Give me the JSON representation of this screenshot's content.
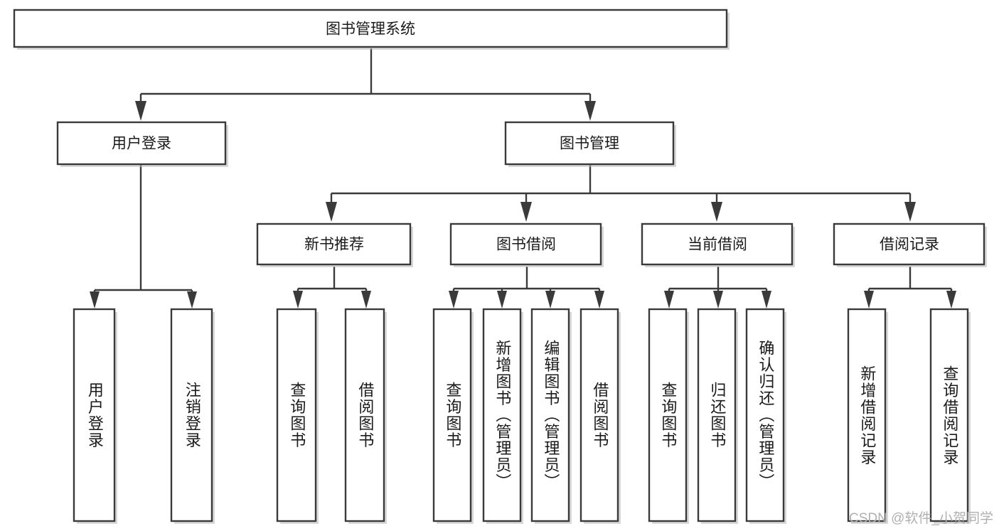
{
  "diagram": {
    "title": "图书管理系统",
    "watermark": "CSDN @软件_小贺同学",
    "colors": {
      "box_stroke": "#3a3a3a",
      "box_fill": "#ffffff",
      "connector": "#3a3a3a",
      "text": "#1a1a1a",
      "watermark": "#b0b0b0",
      "background": "#ffffff"
    },
    "root": {
      "label": "图书管理系统"
    },
    "level2": [
      {
        "label": "用户登录"
      },
      {
        "label": "图书管理"
      }
    ],
    "level3": [
      {
        "label": "新书推荐"
      },
      {
        "label": "图书借阅"
      },
      {
        "label": "当前借阅"
      },
      {
        "label": "借阅记录"
      }
    ],
    "leaves": {
      "user_login": [
        {
          "label": "用户登录"
        },
        {
          "label": "注销登录"
        }
      ],
      "new_book_recommend": [
        {
          "label": "查询图书"
        },
        {
          "label": "借阅图书"
        }
      ],
      "book_borrow": [
        {
          "label": "查询图书"
        },
        {
          "label": "新增图书（管理员）"
        },
        {
          "label": "编辑图书（管理员）"
        },
        {
          "label": "借阅图书"
        }
      ],
      "current_borrow": [
        {
          "label": "查询图书"
        },
        {
          "label": "归还图书"
        },
        {
          "label": "确认归还（管理员）"
        }
      ],
      "borrow_record": [
        {
          "label": "新增借阅记录"
        },
        {
          "label": "查询借阅记录"
        }
      ]
    }
  },
  "chart_data": {
    "type": "tree-diagram",
    "title": "图书管理系统",
    "nodes": [
      {
        "id": "root",
        "label": "图书管理系统",
        "level": 0,
        "parent": null
      },
      {
        "id": "n-user-login",
        "label": "用户登录",
        "level": 1,
        "parent": "root"
      },
      {
        "id": "n-book-manage",
        "label": "图书管理",
        "level": 1,
        "parent": "root"
      },
      {
        "id": "n-new-book",
        "label": "新书推荐",
        "level": 2,
        "parent": "n-book-manage"
      },
      {
        "id": "n-book-borrow",
        "label": "图书借阅",
        "level": 2,
        "parent": "n-book-manage"
      },
      {
        "id": "n-current-borrow",
        "label": "当前借阅",
        "level": 2,
        "parent": "n-book-manage"
      },
      {
        "id": "n-borrow-record",
        "label": "借阅记录",
        "level": 2,
        "parent": "n-book-manage"
      },
      {
        "id": "l-user-login-1",
        "label": "用户登录",
        "level": 2,
        "parent": "n-user-login"
      },
      {
        "id": "l-user-login-2",
        "label": "注销登录",
        "level": 2,
        "parent": "n-user-login"
      },
      {
        "id": "l-new-book-1",
        "label": "查询图书",
        "level": 3,
        "parent": "n-new-book"
      },
      {
        "id": "l-new-book-2",
        "label": "借阅图书",
        "level": 3,
        "parent": "n-new-book"
      },
      {
        "id": "l-book-borrow-1",
        "label": "查询图书",
        "level": 3,
        "parent": "n-book-borrow"
      },
      {
        "id": "l-book-borrow-2",
        "label": "新增图书（管理员）",
        "level": 3,
        "parent": "n-book-borrow"
      },
      {
        "id": "l-book-borrow-3",
        "label": "编辑图书（管理员）",
        "level": 3,
        "parent": "n-book-borrow"
      },
      {
        "id": "l-book-borrow-4",
        "label": "借阅图书",
        "level": 3,
        "parent": "n-book-borrow"
      },
      {
        "id": "l-current-borrow-1",
        "label": "查询图书",
        "level": 3,
        "parent": "n-current-borrow"
      },
      {
        "id": "l-current-borrow-2",
        "label": "归还图书",
        "level": 3,
        "parent": "n-current-borrow"
      },
      {
        "id": "l-current-borrow-3",
        "label": "确认归还（管理员）",
        "level": 3,
        "parent": "n-current-borrow"
      },
      {
        "id": "l-borrow-record-1",
        "label": "新增借阅记录",
        "level": 3,
        "parent": "n-borrow-record"
      },
      {
        "id": "l-borrow-record-2",
        "label": "查询借阅记录",
        "level": 3,
        "parent": "n-borrow-record"
      }
    ]
  }
}
